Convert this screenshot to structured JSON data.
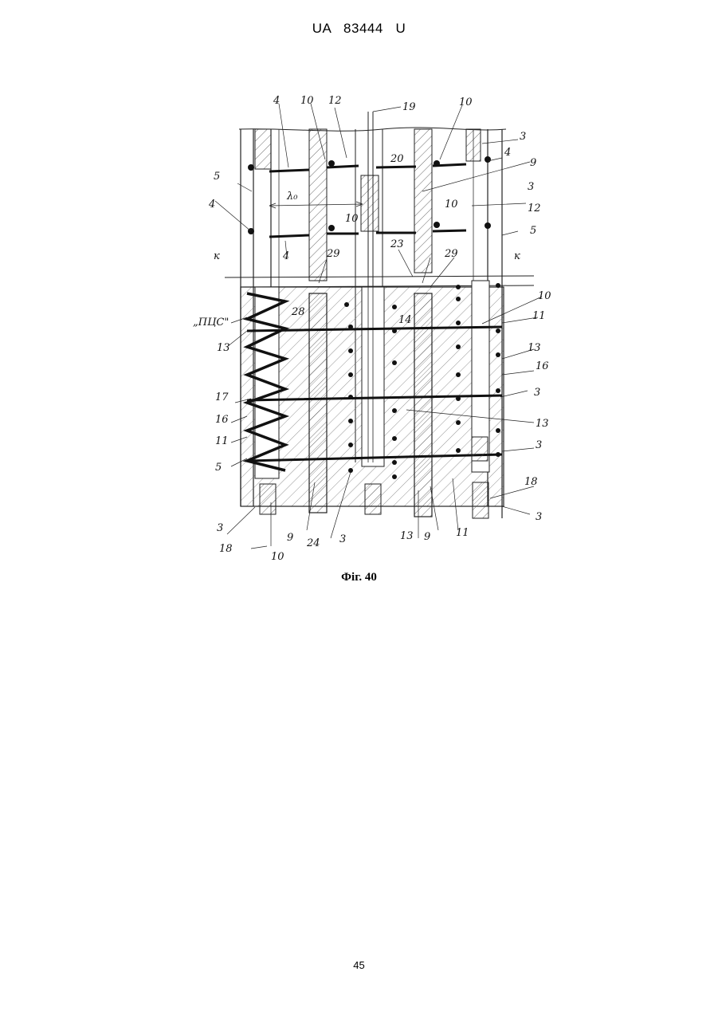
{
  "header": {
    "text": "UA   83444   U"
  },
  "figure": {
    "caption": "Фіг. 40",
    "labels": {
      "l4a": "4",
      "l10a": "10",
      "l12a": "12",
      "l19": "19",
      "l10b": "10",
      "l3a": "3",
      "l4b": "4",
      "l20": "20",
      "l9a": "9",
      "l5a": "5",
      "l3b": "3",
      "l4c": "4",
      "l10c": "10",
      "l10d": "10",
      "l12b": "12",
      "l5b": "5",
      "l4d": "4",
      "lk1": "к",
      "lk2": "к",
      "l23": "23",
      "l29a": "29",
      "l29b": "29",
      "lpcs": "„ПЦС\"",
      "l28": "28",
      "l14": "14",
      "l13a": "13",
      "l10e": "10",
      "l11a": "11",
      "l13b": "13",
      "l16a": "16",
      "l17": "17",
      "l3c": "3",
      "l16b": "16",
      "l13c": "13",
      "l11b": "11",
      "l3d": "3",
      "l5c": "5",
      "l18a": "18",
      "l3e": "3",
      "l3f": "3",
      "l9b": "9",
      "l24": "24",
      "l3g": "3",
      "l13d": "13",
      "l9c": "9",
      "l11c": "11",
      "l18b": "18",
      "l10f": "10",
      "llambda": "λ₀"
    }
  },
  "page_number": "45"
}
